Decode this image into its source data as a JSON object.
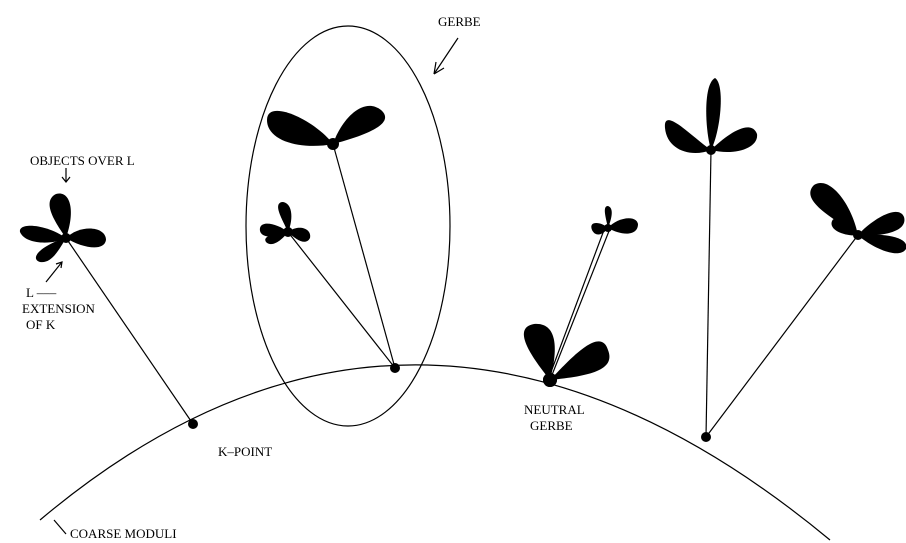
{
  "labels": {
    "objects_over_l": "OBJECTS OVER L",
    "l_extension_line1": "L –––",
    "l_extension_line2": "EXTENSION",
    "l_extension_line3": "OF K",
    "gerbe": "GERBE",
    "k_point": "K–POINT",
    "neutral_gerbe_line1": "NEUTRAL",
    "neutral_gerbe_line2": "GERBE",
    "coarse_moduli": "COARSE MODULI"
  },
  "colors": {
    "ink": "#000000",
    "background": "#ffffff"
  }
}
